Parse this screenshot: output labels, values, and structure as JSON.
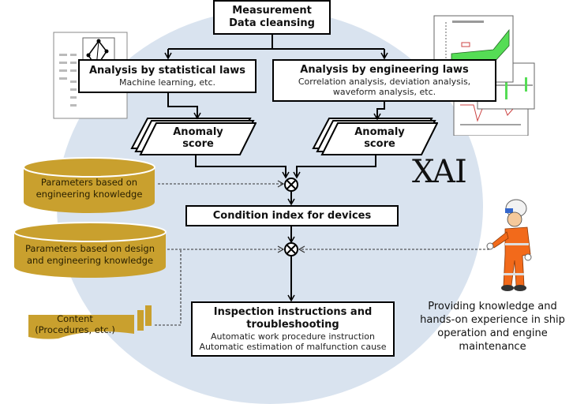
{
  "diagram": {
    "top_box": {
      "line1": "Measurement",
      "line2": "Data cleansing"
    },
    "statistical": {
      "title": "Analysis by statistical laws",
      "sub": "Machine learning, etc."
    },
    "engineering": {
      "title": "Analysis by engineering laws",
      "sub1": "Correlation analysis, deviation analysis,",
      "sub2": "waveform analysis, etc."
    },
    "anomaly_left": {
      "line1": "Anomaly",
      "line2": "score"
    },
    "anomaly_right": {
      "line1": "Anomaly",
      "line2": "score"
    },
    "xai_label": "XAI",
    "param_engineering": {
      "line1": "Parameters based on",
      "line2": "engineering knowledge"
    },
    "condition_index": "Condition index for devices",
    "param_design": {
      "line1": "Parameters based on design",
      "line2": "and engineering knowledge"
    },
    "content": {
      "line1": "Content",
      "line2": "(Procedures, etc.)"
    },
    "inspection": {
      "title1": "Inspection instructions and",
      "title2": "troubleshooting",
      "sub1": "Automatic work procedure instruction",
      "sub2": "Automatic estimation of malfunction cause"
    },
    "caption": {
      "line1": "Providing knowledge and",
      "line2": "hands-on experience in ship",
      "line3": "operation and engine",
      "line4": "maintenance"
    },
    "colors": {
      "background_circle": "#d9e3ef",
      "database_gold": "#c9a02e",
      "worker_orange": "#f26a1b",
      "chart_green": "#55dd55"
    }
  }
}
